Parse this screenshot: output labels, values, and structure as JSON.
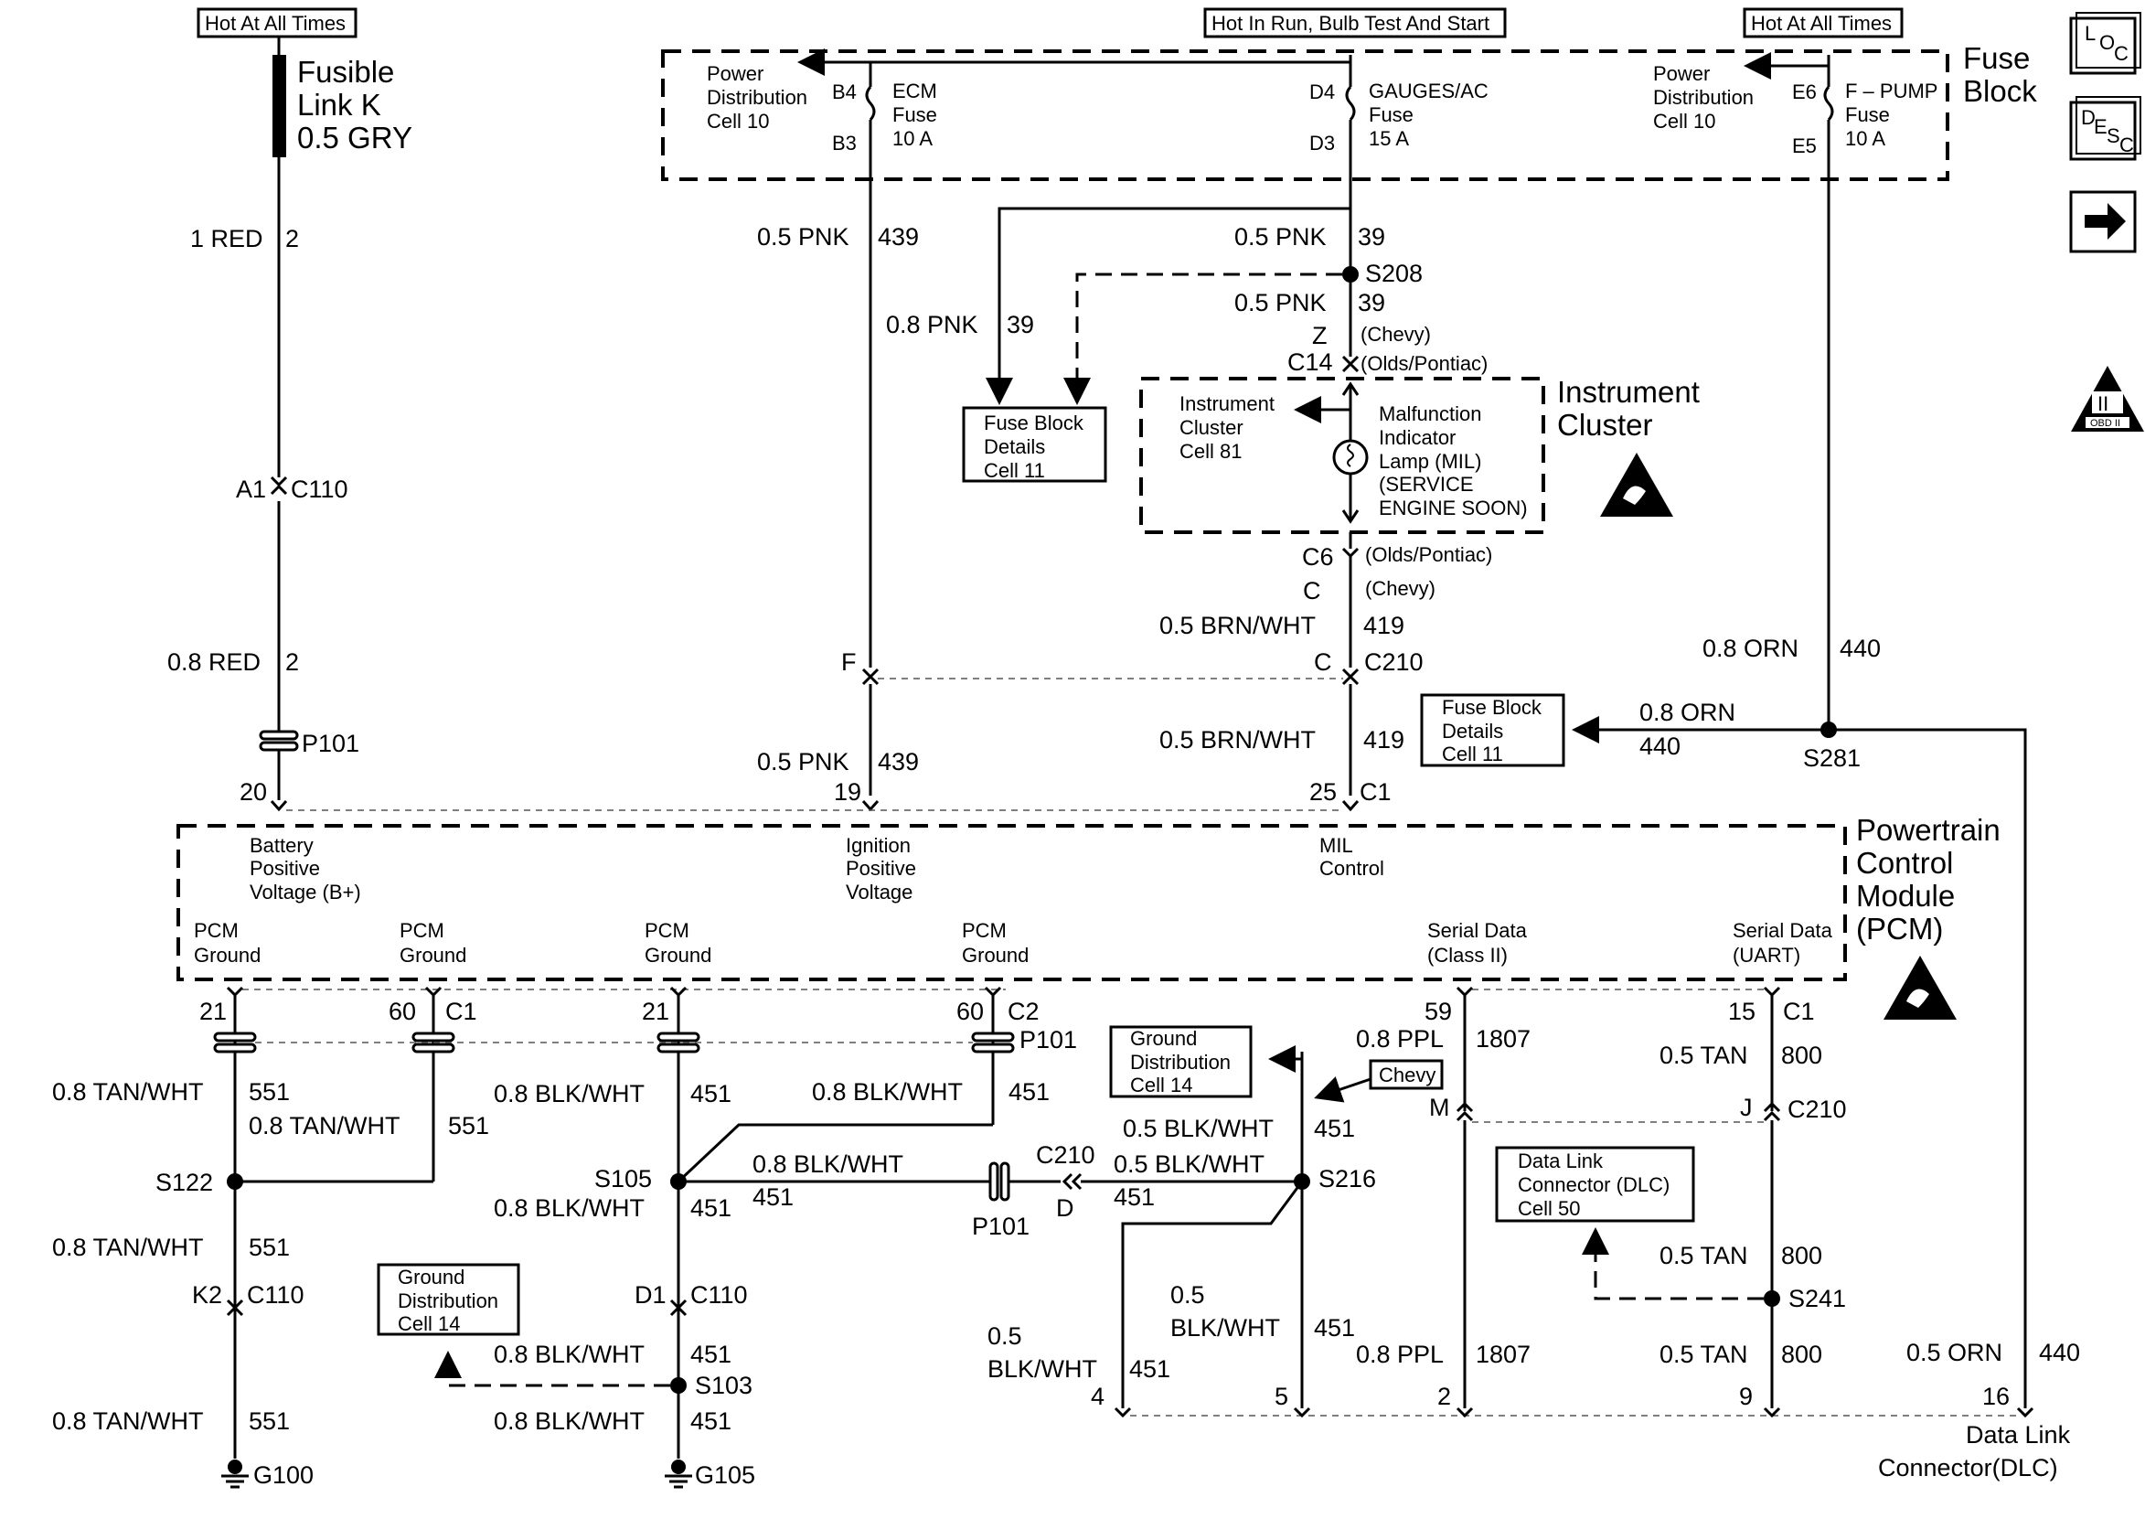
{
  "power_labels": {
    "hot_all_times_left": "Hot At All Times",
    "hot_in_run": "Hot In Run, Bulb Test And Start",
    "hot_all_times_right": "Hot At All Times"
  },
  "fusible_link": {
    "line1": "Fusible",
    "line2": "Link K",
    "wire": "0.5 GRY"
  },
  "fuse_block": {
    "title_1": "Fuse",
    "title_2": "Block",
    "pdc_left": [
      "Power",
      "Distribution",
      "Cell 10"
    ],
    "pdc_right": [
      "Power",
      "Distribution",
      "Cell 10"
    ],
    "ecm_fuse": {
      "in": "B4",
      "out": "B3",
      "name": "ECM",
      "type": "Fuse",
      "rating": "10 A"
    },
    "gauges_fuse": {
      "in": "D4",
      "out": "D3",
      "name": "GAUGES/AC",
      "type": "Fuse",
      "rating": "15 A"
    },
    "fpump_fuse": {
      "in": "E6",
      "out": "E5",
      "name": "F – PUMP",
      "type": "Fuse",
      "rating": "10 A"
    }
  },
  "side_icons": {
    "loc": [
      "L",
      "O",
      "C"
    ],
    "desc": [
      "D",
      "E",
      "S",
      "C"
    ],
    "obd": "II",
    "obd_label": "OBD II"
  },
  "wires": {
    "red1": "1 RED",
    "red1_num": "2",
    "c110_a1": "A1",
    "c110": "C110",
    "red08": "0.8 RED",
    "red08_num": "2",
    "p101": "P101",
    "pnk439": "0.5 PNK",
    "pnk439_num": "439",
    "pnk39_top": "0.5 PNK",
    "pnk39_top_num": "39",
    "s208": "S208",
    "pnk39_2": "0.5 PNK",
    "pnk39_2_num": "39",
    "pnk08": "0.8 PNK",
    "pnk08_num": "39",
    "z": "Z",
    "chevy1": "(Chevy)",
    "c14": "C14",
    "olds1": "(Olds/Pontiac)",
    "c6": "C6",
    "olds2": "(Olds/Pontiac)",
    "c_chevy": "C",
    "chevy2": "(Chevy)",
    "brnwht1": "0.5 BRN/WHT",
    "brnwht1_num": "419",
    "f": "F",
    "c_c210": "C",
    "c210": "C210",
    "brnwht2": "0.5 BRN/WHT",
    "brnwht2_num": "419",
    "pnk439_2": "0.5 PNK",
    "pnk439_2_num": "439",
    "pin20": "20",
    "pin19": "19",
    "pin25": "25",
    "c1": "C1",
    "orn08": "0.8 ORN",
    "orn08_num": "440",
    "orn08b": "0.8 ORN",
    "orn08b_num": "440",
    "s281": "S281"
  },
  "fuse_block_details": [
    "Fuse Block",
    "Details",
    "Cell 11"
  ],
  "fuse_block_details2": [
    "Fuse Block",
    "Details",
    "Cell 11"
  ],
  "instrument_cluster": {
    "title_1": "Instrument",
    "title_2": "Cluster",
    "cell": [
      "Instrument",
      "Cluster",
      "Cell 81"
    ],
    "mil": [
      "Malfunction",
      "Indicator",
      "Lamp (MIL)",
      "(SERVICE",
      "ENGINE SOON)"
    ]
  },
  "pcm": {
    "title": [
      "Powertrain",
      "Control",
      "Module",
      "(PCM)"
    ],
    "bplus": [
      "Battery",
      "Positive",
      "Voltage (B+)"
    ],
    "ign": [
      "Ignition",
      "Positive",
      "Voltage"
    ],
    "mil": [
      "MIL",
      "Control"
    ],
    "gnd1": [
      "PCM",
      "Ground"
    ],
    "gnd2": [
      "PCM",
      "Ground"
    ],
    "gnd3": [
      "PCM",
      "Ground"
    ],
    "gnd4": [
      "PCM",
      "Ground"
    ],
    "serial2": [
      "Serial Data",
      "(Class II)"
    ],
    "uart": [
      "Serial Data",
      "(UART)"
    ]
  },
  "lower": {
    "p21a": "21",
    "p60a": "60",
    "c1a": "C1",
    "p21b": "21",
    "p60b": "60",
    "c2": "C2",
    "p101": "P101",
    "tan1": "0.8 TAN/WHT",
    "tan1_num": "551",
    "tan2": "0.8 TAN/WHT",
    "tan2_num": "551",
    "s122": "S122",
    "tan3": "0.8 TAN/WHT",
    "tan3_num": "551",
    "k2": "K2",
    "c110a": "C110",
    "tan4": "0.8 TAN/WHT",
    "tan4_num": "551",
    "g100": "G100",
    "blk1": "0.8 BLK/WHT",
    "blk1_num": "451",
    "blk2": "0.8 BLK/WHT",
    "blk2_num": "451",
    "s105": "S105",
    "blk3": "0.8 BLK/WHT",
    "blk3_num": "451",
    "blk_h": "0.8 BLK/WHT",
    "blk_h_num": "451",
    "p101b": "P101",
    "c210b": "C210",
    "d": "D",
    "blk4": "0.5 BLK/WHT",
    "blk4_num": "451",
    "blk5": "0.5 BLK/WHT",
    "blk5_num": "451",
    "s216": "S216",
    "d1": "D1",
    "c110b": "C110",
    "blk6": "0.8 BLK/WHT",
    "blk6_num": "451",
    "s103": "S103",
    "blk7": "0.8 BLK/WHT",
    "blk7_num": "451",
    "g105": "G105",
    "blk8_a": "0.5",
    "blk8_b": "BLK/WHT",
    "blk8_num": "451",
    "blk9_a": "0.5",
    "blk9_b": "BLK/WHT",
    "blk9_num": "451",
    "ppl1": "0.8 PPL",
    "ppl1_num": "1807",
    "p59": "59",
    "ppl2": "0.8 PPL",
    "ppl2_num": "1807",
    "m": "M",
    "j": "J",
    "c210c": "C210",
    "p15": "15",
    "c1b": "C1",
    "tan5": "0.5 TAN",
    "tan5_num": "800",
    "tan6": "0.5 TAN",
    "tan6_num": "800",
    "s241": "S241",
    "tan7": "0.5 TAN",
    "tan7_num": "800",
    "orn05": "0.5 ORN",
    "orn05_num": "440",
    "pin4": "4",
    "pin5": "5",
    "pin2": "2",
    "pin9": "9",
    "pin16": "16",
    "chevy": "Chevy",
    "dlc": [
      "Data Link",
      "Connector(DLC)"
    ]
  },
  "ground_dist1": [
    "Ground",
    "Distribution",
    "Cell 14"
  ],
  "ground_dist2": [
    "Ground",
    "Distribution",
    "Cell 14"
  ],
  "dlc_box": [
    "Data Link",
    "Connector (DLC)",
    "Cell 50"
  ]
}
